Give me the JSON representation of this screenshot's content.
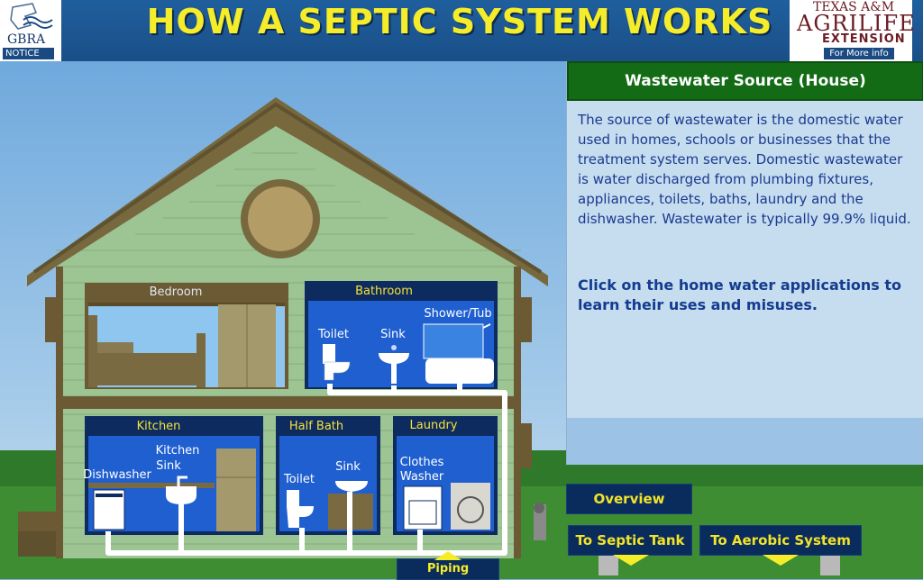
{
  "header": {
    "title": "HOW A SEPTIC SYSTEM WORKS",
    "left_logo": {
      "text": "GBRA",
      "notice": "NOTICE"
    },
    "right_logo": {
      "line1": "TEXAS A&M",
      "line2": "AGRILIFE",
      "line3": "EXTENSION",
      "more_info": "For More info"
    }
  },
  "panel": {
    "title": "Wastewater Source (House)",
    "body": "The source of wastewater is the domestic water used in homes, schools or businesses that the treatment system serves.  Domestic wastewater is water discharged from plumbing fixtures, appliances, toilets, baths, laundry and the dishwasher. Wastewater is typically 99.9% liquid.",
    "cta": "Click on the home water applications to learn their uses and misuses."
  },
  "rooms": {
    "bedroom": "Bedroom",
    "bathroom": "Bathroom",
    "kitchen": "Kitchen",
    "half_bath": "Half Bath",
    "laundry": "Laundry"
  },
  "fixtures": {
    "bath_toilet": "Toilet",
    "bath_sink": "Sink",
    "shower": "Shower/Tub",
    "dishwasher": "Dishwasher",
    "kitchen_sink_1": "Kitchen",
    "kitchen_sink_2": "Sink",
    "half_toilet": "Toilet",
    "half_sink": "Sink",
    "washer_1": "Clothes",
    "washer_2": "Washer"
  },
  "nav": {
    "piping": "Piping",
    "overview": "Overview",
    "septic_tank": "To Septic Tank",
    "aerobic": "To Aerobic System"
  },
  "colors": {
    "title_yellow": "#f5ec2a",
    "panel_header_green": "#136b15",
    "button_navy": "#0a2c5c",
    "house_green": "#9dc493",
    "roof_brown": "#77683d"
  }
}
